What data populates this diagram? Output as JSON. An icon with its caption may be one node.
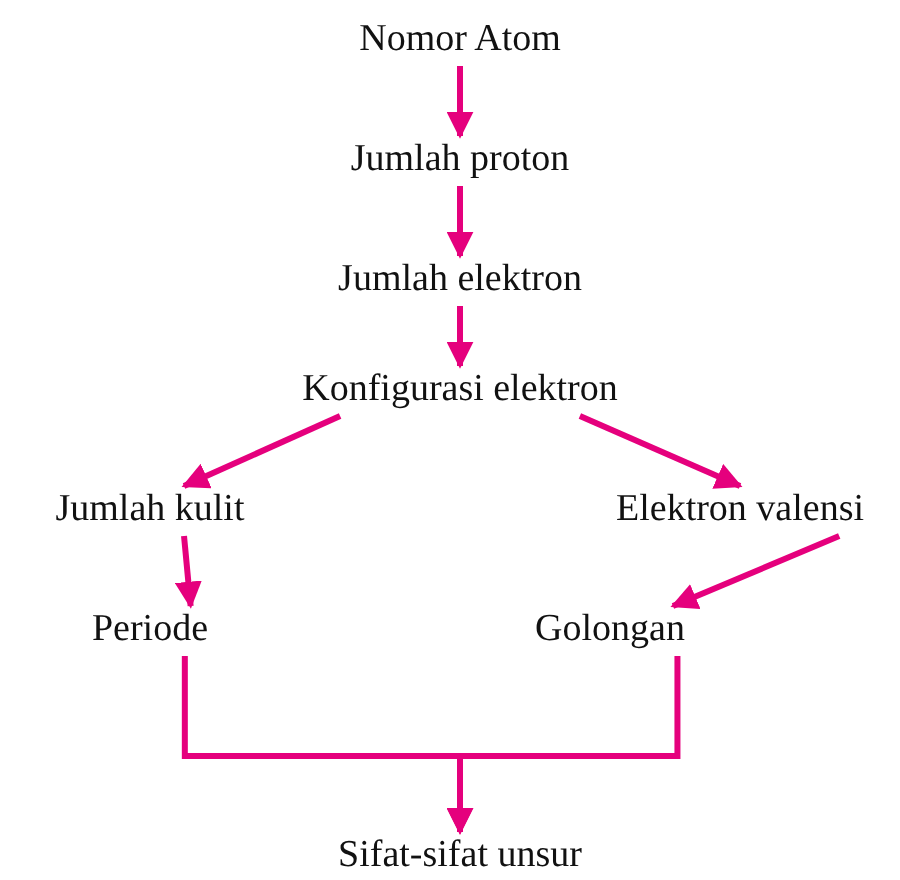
{
  "diagram": {
    "nodes": [
      {
        "text": [
          "Nomor Atom"
        ]
      },
      {
        "text": [
          "Jumlah proton"
        ]
      },
      {
        "text": [
          "Jumlah elektron"
        ]
      },
      {
        "text": [
          "Konfigurasi elektron"
        ]
      },
      {
        "text": [
          "Jumlah kulit"
        ]
      },
      {
        "text": [
          "Elektron valensi"
        ]
      },
      {
        "text": [
          "Periode"
        ]
      },
      {
        "text": [
          "Golongan"
        ]
      },
      {
        "text": [
          "Sifat-sifat unsur"
        ]
      }
    ],
    "edges": [
      {
        "from": 0,
        "to": 1,
        "arrow": "to"
      },
      {
        "from": 1,
        "to": 2,
        "arrow": "to"
      },
      {
        "from": 2,
        "to": 3,
        "arrow": "to"
      },
      {
        "from": 3,
        "to": 4,
        "arrow": "to"
      },
      {
        "from": 3,
        "to": 5,
        "arrow": "to"
      },
      {
        "from": 4,
        "to": 6,
        "arrow": "to"
      },
      {
        "from": 5,
        "to": 7,
        "arrow": "to"
      },
      {
        "from": 6,
        "to": 8,
        "arrow": "to"
      },
      {
        "from": 7,
        "to": 8,
        "arrow": "to"
      }
    ]
  }
}
